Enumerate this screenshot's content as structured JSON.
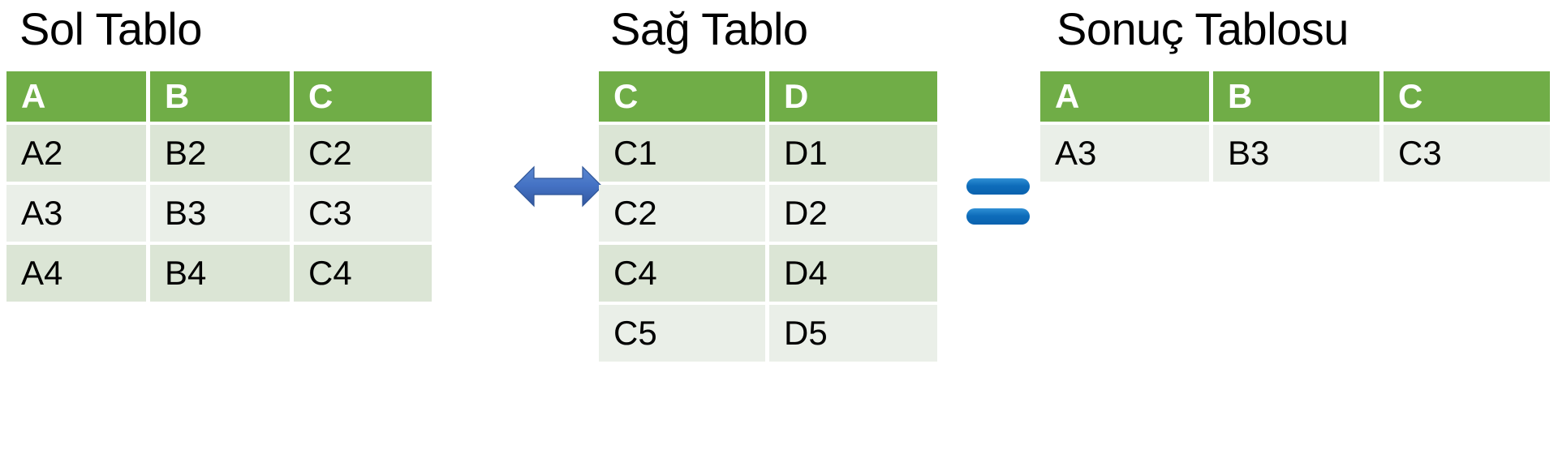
{
  "page": {
    "background": "#ffffff",
    "accent_green": "#70AD47",
    "band_dark": "#DBE5D5",
    "band_light": "#EAEFE8",
    "arrow_blue": "#4472C4",
    "equals_blue": "#0E6DBB"
  },
  "left_table": {
    "title": "Sol Tablo",
    "headers": [
      "A",
      "B",
      "C"
    ],
    "rows": [
      [
        "A2",
        "B2",
        "C2"
      ],
      [
        "A3",
        "B3",
        "C3"
      ],
      [
        "A4",
        "B4",
        "C4"
      ]
    ]
  },
  "middle_table": {
    "title": "Sağ Tablo",
    "headers": [
      "C",
      "D"
    ],
    "rows": [
      [
        "C1",
        "D1"
      ],
      [
        "C2",
        "D2"
      ],
      [
        "C4",
        "D4"
      ],
      [
        "C5",
        "D5"
      ]
    ]
  },
  "right_table": {
    "title": "Sonuç Tablosu",
    "headers": [
      "A",
      "B",
      "C"
    ],
    "rows": [
      [
        "A3",
        "B3",
        "C3"
      ]
    ]
  },
  "connectors": {
    "arrow": "double-headed-arrow-icon",
    "equals": "equals-sign-icon"
  }
}
